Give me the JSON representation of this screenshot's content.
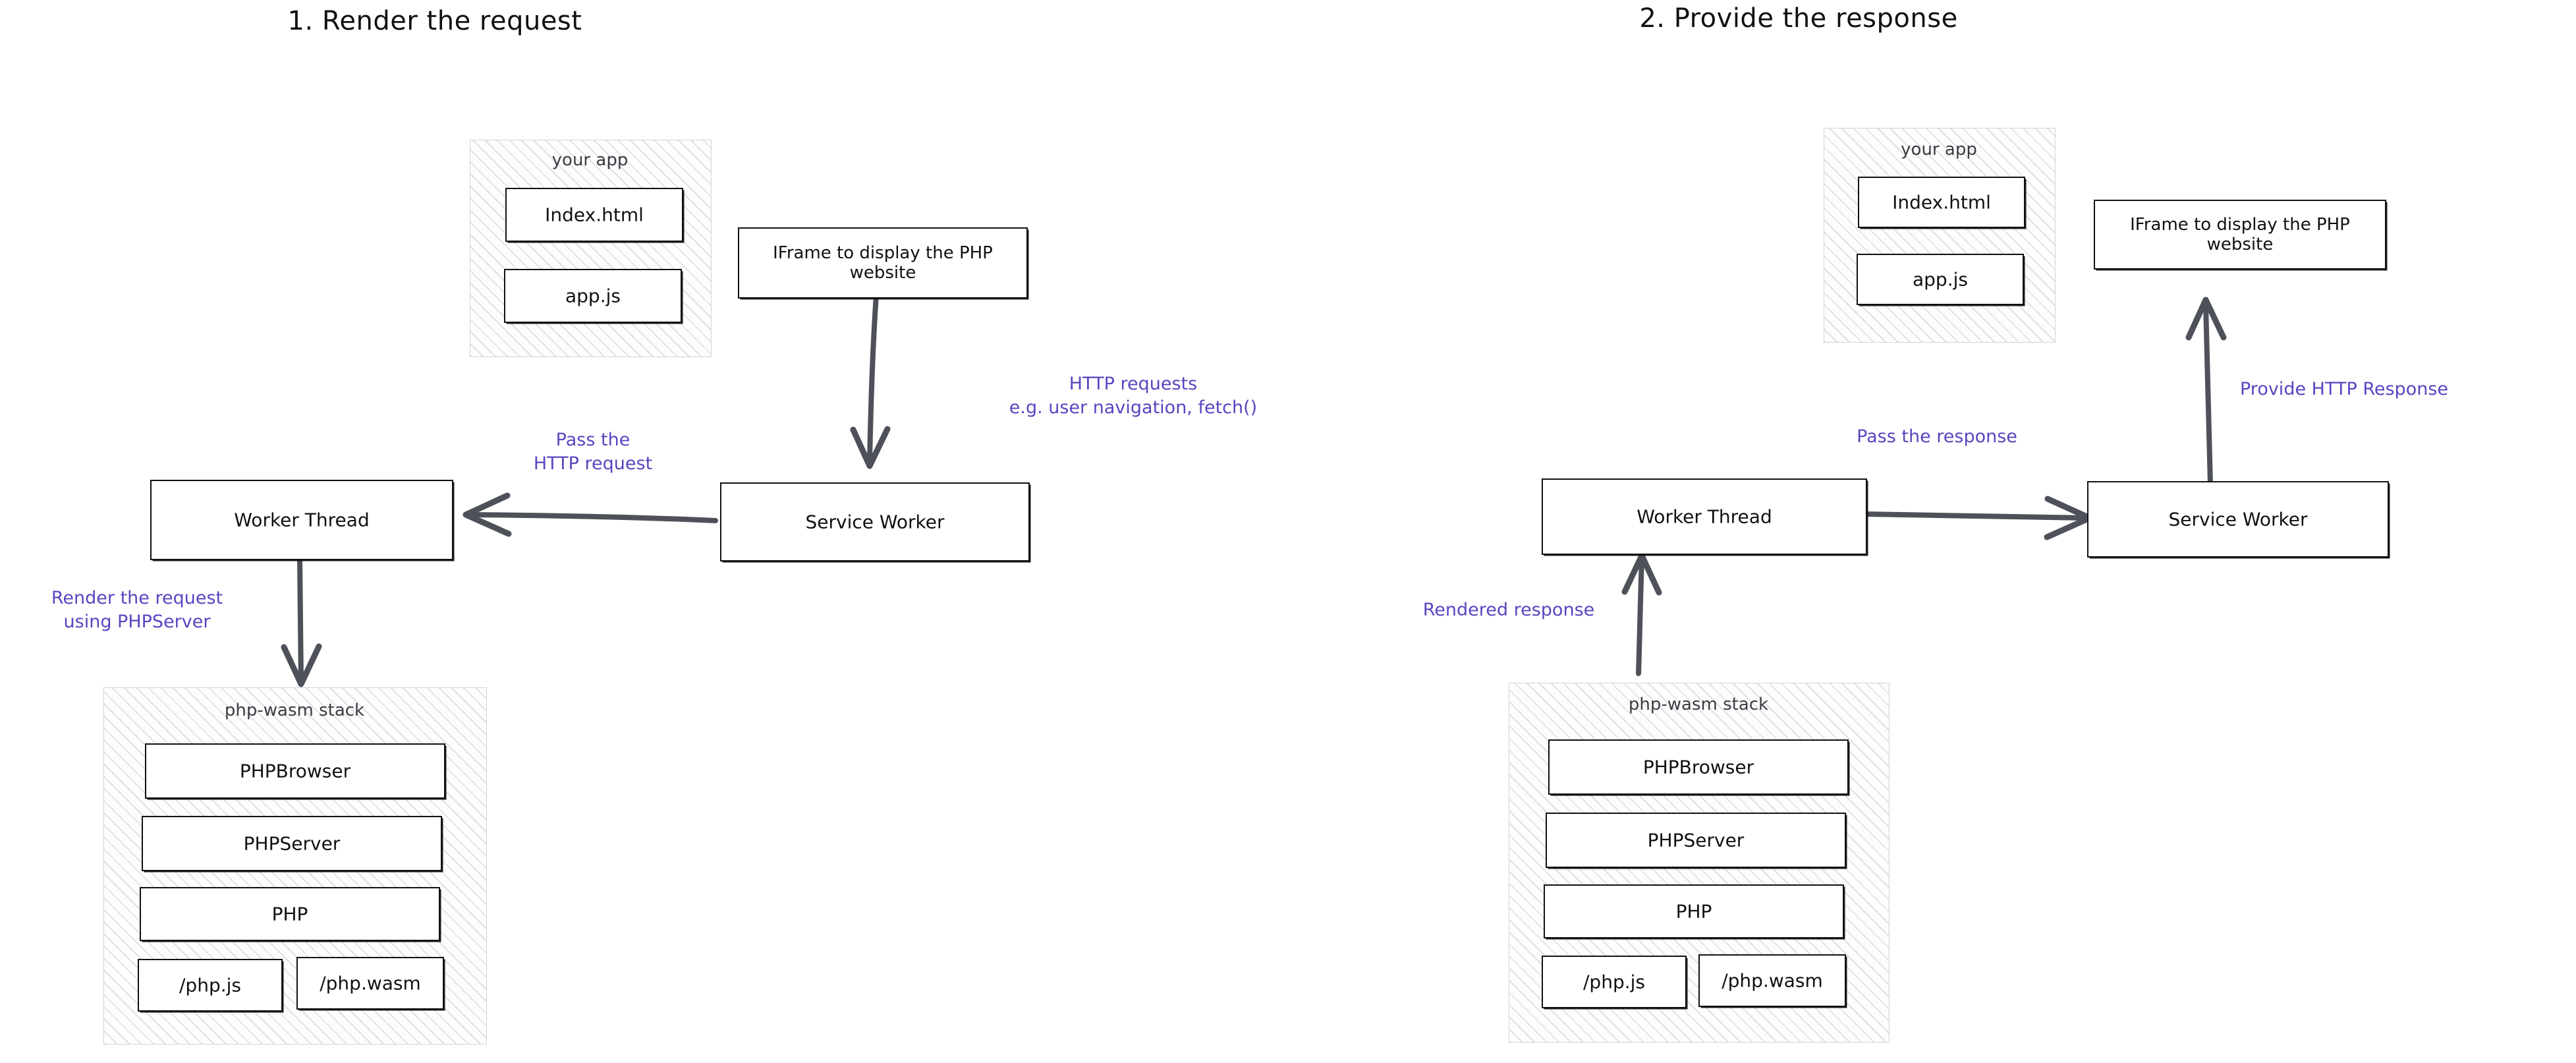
{
  "diagram": {
    "kind": "php-wasm request/response flow",
    "panels": [
      {
        "title": "1. Render the request",
        "group_app": {
          "label": "your app",
          "items": [
            {
              "label": "Index.html"
            },
            {
              "label": "app.js"
            }
          ]
        },
        "iframe_box": {
          "label": "IFrame to display the\nPHP website"
        },
        "worker_thread": {
          "label": "Worker Thread"
        },
        "service_worker": {
          "label": "Service Worker"
        },
        "group_stack": {
          "label": "php-wasm stack",
          "items": [
            {
              "label": "PHPBrowser"
            },
            {
              "label": "PHPServer"
            },
            {
              "label": "PHP"
            },
            {
              "label": "/php.js"
            },
            {
              "label": "/php.wasm"
            }
          ]
        },
        "annotations": [
          {
            "name": "http-requests",
            "text": "HTTP requests\ne.g. user navigation, fetch()"
          },
          {
            "name": "pass-the-http-request",
            "text": "Pass the\nHTTP request"
          },
          {
            "name": "render-the-request",
            "text": "Render the request\nusing PHPServer"
          }
        ],
        "arrows": [
          {
            "name": "iframe-to-service-worker",
            "direction": "down"
          },
          {
            "name": "service-worker-to-worker-thread",
            "direction": "left"
          },
          {
            "name": "worker-thread-to-php-wasm-stack",
            "direction": "down"
          }
        ]
      },
      {
        "title": "2. Provide the response",
        "group_app": {
          "label": "your app",
          "items": [
            {
              "label": "Index.html"
            },
            {
              "label": "app.js"
            }
          ]
        },
        "iframe_box": {
          "label": "IFrame to display the\nPHP website"
        },
        "worker_thread": {
          "label": "Worker Thread"
        },
        "service_worker": {
          "label": "Service Worker"
        },
        "group_stack": {
          "label": "php-wasm stack",
          "items": [
            {
              "label": "PHPBrowser"
            },
            {
              "label": "PHPServer"
            },
            {
              "label": "PHP"
            },
            {
              "label": "/php.js"
            },
            {
              "label": "/php.wasm"
            }
          ]
        },
        "annotations": [
          {
            "name": "provide-http-response",
            "text": "Provide HTTP Response"
          },
          {
            "name": "pass-the-response",
            "text": "Pass the response"
          },
          {
            "name": "rendered-response",
            "text": "Rendered response"
          }
        ],
        "arrows": [
          {
            "name": "service-worker-to-iframe",
            "direction": "up"
          },
          {
            "name": "worker-thread-to-service-worker",
            "direction": "right"
          },
          {
            "name": "php-wasm-stack-to-worker-thread",
            "direction": "up"
          }
        ]
      }
    ],
    "colors": {
      "ink": "#111111",
      "annotation_purple": "#5b44c0",
      "arrow_gray": "#4e5159",
      "hatch_gray": "#d2d4dc",
      "group_label_gray": "#3b3b42",
      "background": "#ffffff"
    }
  }
}
